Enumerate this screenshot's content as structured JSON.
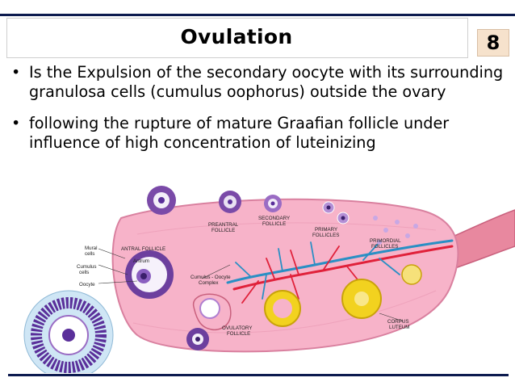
{
  "slide": {
    "title": "Ovulation",
    "number": "8"
  },
  "bullets": [
    {
      "symbol": "•",
      "text": "Is the Expulsion of the secondary oocyte with its surrounding granulosa cells (cumulus oophorus) outside the ovary"
    },
    {
      "symbol": "•",
      "text": "following the rupture of mature Graafian follicle under influence of high concentration of luteinizing"
    }
  ],
  "diagram": {
    "labels": {
      "preantral": [
        "PREANTRAL",
        "FOLLICLE"
      ],
      "secondary": [
        "SECONDARY",
        "FOLLICLE"
      ],
      "primary": [
        "PRIMARY",
        "FOLLICLES"
      ],
      "primordial": [
        "PRIMORDIAL",
        "FOLLICLES"
      ],
      "antral": "ANTRAL FOLLICLE",
      "mural": [
        "Mural",
        "cells"
      ],
      "antrum": "Antrum",
      "cumulus": [
        "Cumulus",
        "cells"
      ],
      "oocyte": "Oocyte",
      "coc": [
        "Cumulus - Oocyte",
        "Complex"
      ],
      "ovulatory": [
        "OVULATORY",
        "FOLLICLE"
      ],
      "corpus": [
        "CORPUS",
        "LUTEUM"
      ]
    },
    "colors": {
      "ovary": "#f7b3c9",
      "ovary_edge": "#d9809f",
      "tube": "#e8889f",
      "artery": "#e0213a",
      "vein": "#2a8fc4",
      "luteum": "#f2d21f",
      "granulosa": "#5a2f9a"
    }
  }
}
